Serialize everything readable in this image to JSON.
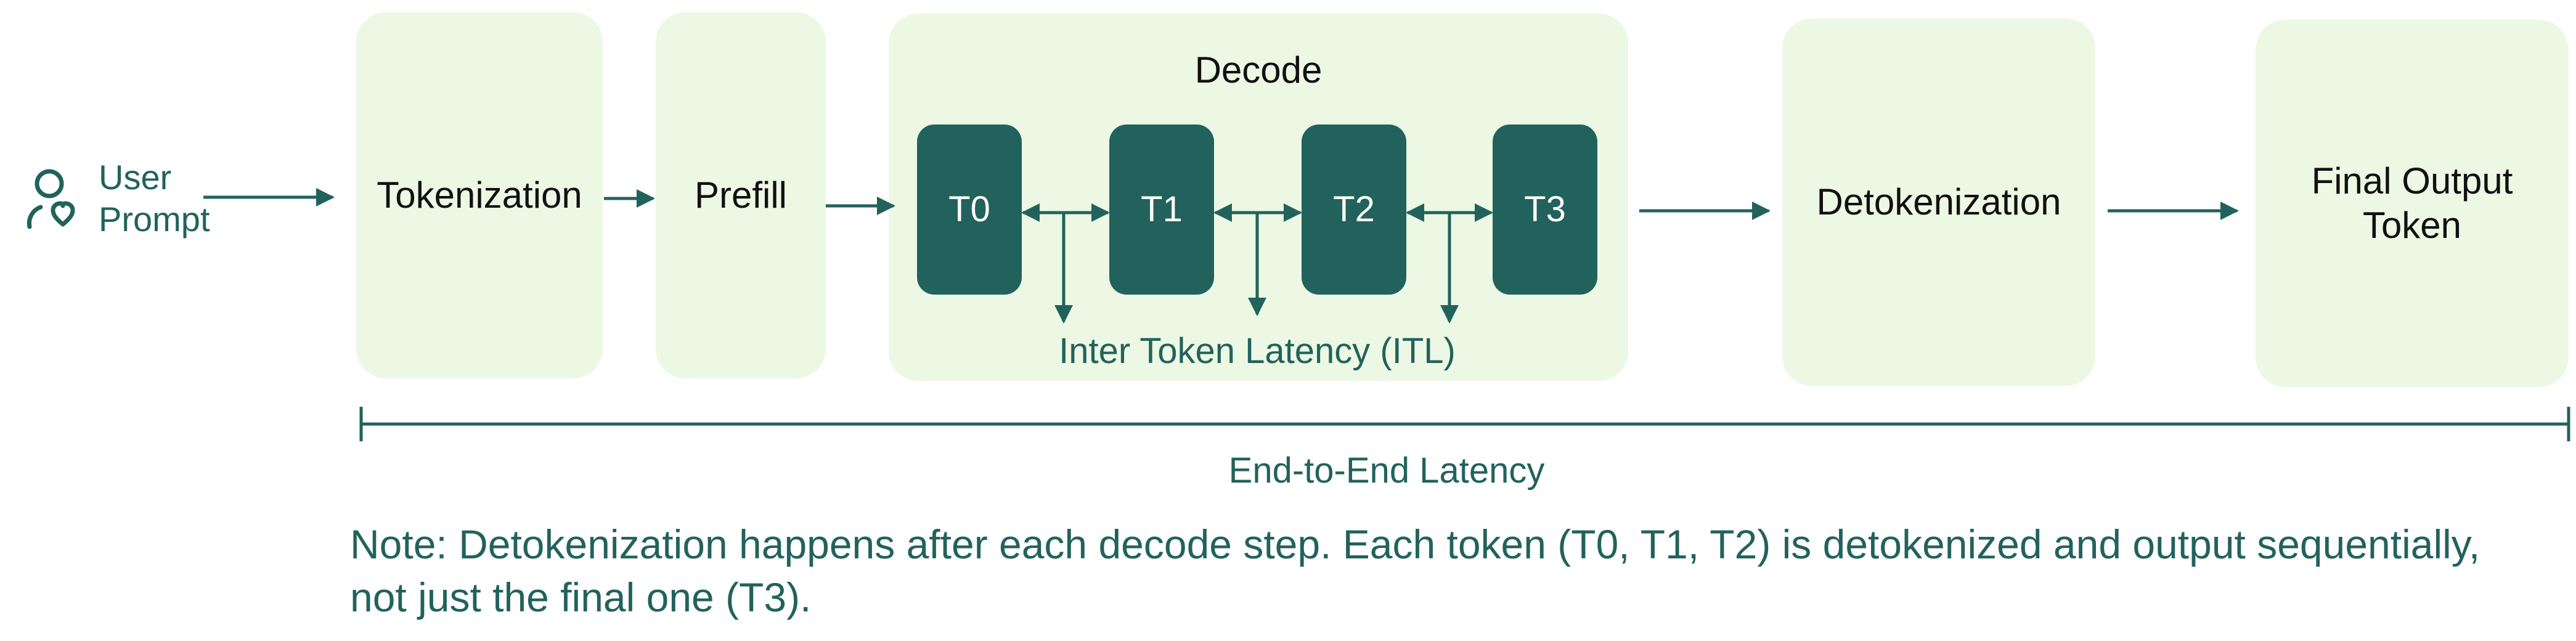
{
  "diagram": {
    "input": {
      "icon": "user-heart-icon",
      "label_lines": [
        "User",
        "Prompt"
      ]
    },
    "stages": {
      "tokenization": "Tokenization",
      "prefill": "Prefill",
      "decode": "Decode",
      "detokenization": "Detokenization",
      "final_output": "Final Output\nToken"
    },
    "tokens": [
      "T0",
      "T1",
      "T2",
      "T3"
    ],
    "itl_label": "Inter Token Latency (ITL)",
    "e2e_label": "End-to-End Latency",
    "note": "Note: Detokenization happens after each decode step. Each token (T0, T1, T2) is detokenized and output sequentially, not just the final one (T3).",
    "colors": {
      "stage_fill": "#ecf8e3",
      "token_fill": "#22625c",
      "accent": "#22625c",
      "stage_text": "#111111",
      "token_text": "#ffffff"
    }
  }
}
